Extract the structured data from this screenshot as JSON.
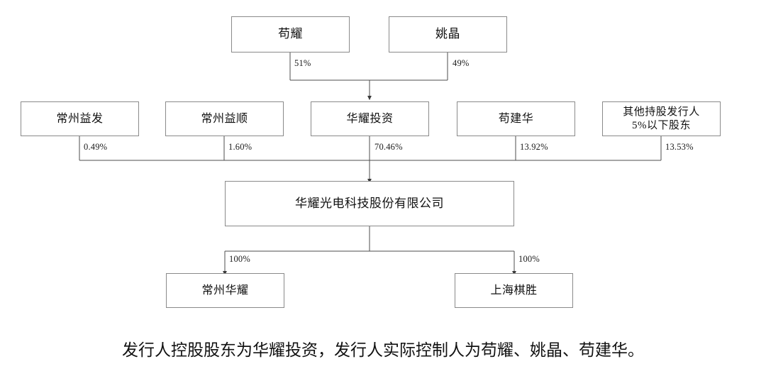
{
  "diagram": {
    "type": "org-chart",
    "title_caption": "发行人控股股东为华耀投资，发行人实际控制人为苟耀、姚晶、苟建华。",
    "nodes": {
      "gou_yao": "苟耀",
      "yao_jing": "姚晶",
      "changzhou_yifa": "常州益发",
      "changzhou_yishun": "常州益顺",
      "huayao_investment": "华耀投资",
      "gou_jianhua": "苟建华",
      "other_shareholders": "其他持股发行人\n5%以下股东",
      "issuer_company": "华耀光电科技股份有限公司",
      "changzhou_huayao": "常州华耀",
      "shanghai_qisheng": "上海棋胜"
    },
    "percentages": {
      "gou_yao_to_huayao": "51%",
      "yao_jing_to_huayao": "49%",
      "changzhou_yifa_to_issuer": "0.49%",
      "changzhou_yishun_to_issuer": "1.60%",
      "huayao_investment_to_issuer": "70.46%",
      "gou_jianhua_to_issuer": "13.92%",
      "other_shareholders_to_issuer": "13.53%",
      "issuer_to_changzhou_huayao": "100%",
      "issuer_to_shanghai_qisheng": "100%"
    },
    "colors": {
      "box_border": "#8a8a8a",
      "connector": "#4d4d4d",
      "text": "#111111",
      "background": "#ffffff"
    }
  }
}
